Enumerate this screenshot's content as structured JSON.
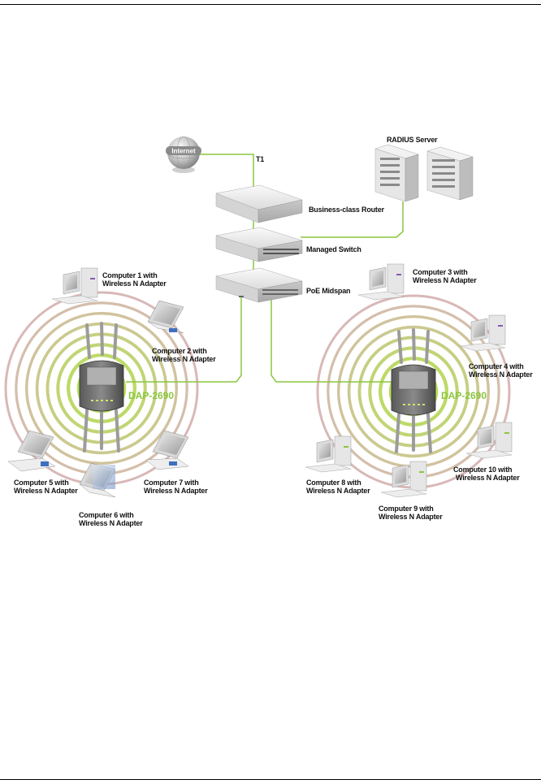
{
  "diagram": {
    "internet_label": "Internet",
    "t1_label": "T1",
    "radius_label": "RADIUS Server",
    "router_label": "Business-class Router",
    "switch_label": "Managed Switch",
    "midspan_label": "PoE Midspan",
    "ap_left_label": "DAP-2690",
    "ap_right_label": "DAP-2690",
    "computers": [
      {
        "line1": "Computer 1 with",
        "line2": "Wireless N Adapter"
      },
      {
        "line1": "Computer 2 with",
        "line2": "Wireless N Adapter"
      },
      {
        "line1": "Computer 3 with",
        "line2": "Wireless N Adapter"
      },
      {
        "line1": "Computer 4 with",
        "line2": "Wireless N Adapter"
      },
      {
        "line1": "Computer 5 with",
        "line2": "Wireless N Adapter"
      },
      {
        "line1": "Computer 6 with",
        "line2": "Wireless N Adapter"
      },
      {
        "line1": "Computer 7 with",
        "line2": "Wireless N Adapter"
      },
      {
        "line1": "Computer 8 with",
        "line2": "Wireless N Adapter"
      },
      {
        "line1": "Computer 9 with",
        "line2": "Wireless N Adapter"
      },
      {
        "line1": "Computer 10 with",
        "line2": "Wireless N Adapter"
      }
    ],
    "colors": {
      "link": "#8cc63f",
      "ring_far": "#d9b8b8",
      "ring_near": "#b8e05a"
    }
  }
}
